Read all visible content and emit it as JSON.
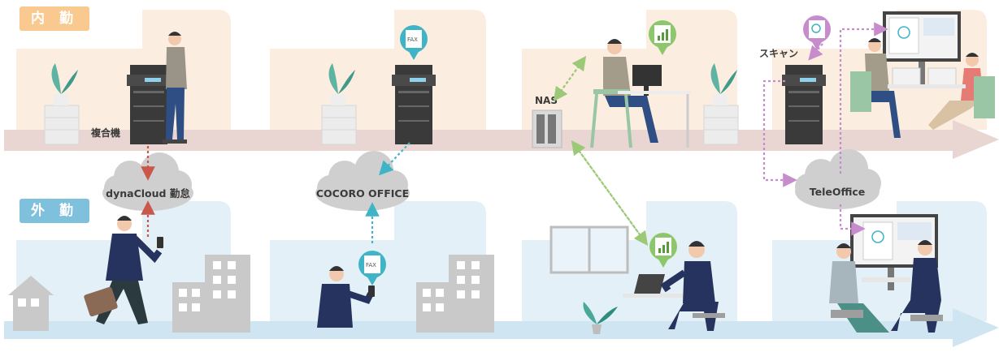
{
  "sections": {
    "office_label": "内 勤",
    "remote_label": "外 勤"
  },
  "labels": {
    "mfp": "複合機",
    "scan": "スキャン",
    "nas": "NAS",
    "fax": "FAX"
  },
  "clouds": {
    "dynacloud": "dynaCloud 勤怠",
    "cocoro": "COCORO OFFICE",
    "teleoffice": "TeleOffice"
  },
  "colors": {
    "office_tag": "#f9c98f",
    "remote_tag": "#7fc0dd",
    "office_band": "#e9d6d2",
    "remote_band": "#cfe6f2",
    "office_panel": "#fbeee0",
    "remote_panel": "#e3f0f7",
    "cloud": "#cfcfcf",
    "red_arrow": "#c9574a",
    "teal_arrow": "#3fb4c6",
    "green_arrow": "#9cc978",
    "purple_arrow": "#c68ccc"
  }
}
